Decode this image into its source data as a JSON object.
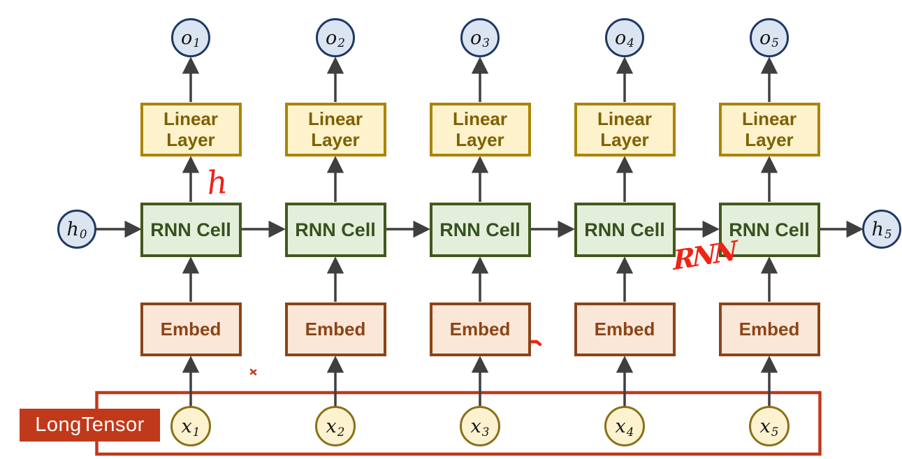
{
  "diagram": {
    "title_semantic": "RNN sequence model diagram",
    "outputs": [
      {
        "base": "o",
        "sub": "1"
      },
      {
        "base": "o",
        "sub": "2"
      },
      {
        "base": "o",
        "sub": "3"
      },
      {
        "base": "o",
        "sub": "4"
      },
      {
        "base": "o",
        "sub": "5"
      }
    ],
    "inputs": [
      {
        "base": "x",
        "sub": "1"
      },
      {
        "base": "x",
        "sub": "2"
      },
      {
        "base": "x",
        "sub": "3"
      },
      {
        "base": "x",
        "sub": "4"
      },
      {
        "base": "x",
        "sub": "5"
      }
    ],
    "hidden_start": {
      "base": "h",
      "sub": "0"
    },
    "hidden_end": {
      "base": "h",
      "sub": "5"
    },
    "linear_box": {
      "line1": "Linear",
      "line2": "Layer"
    },
    "rnn_box_label": "RNN Cell",
    "embed_box_label": "Embed",
    "long_tensor_label": "LongTensor",
    "annotations": {
      "handwritten_h": "h",
      "handwritten_rnn": "RNN"
    },
    "colors": {
      "circle_blue_fill": "#dbe5f1",
      "circle_blue_border": "#1f3864",
      "linear_fill": "#fdf2cc",
      "linear_border": "#ab8405",
      "rnn_fill": "#e4efdb",
      "rnn_border": "#42591d",
      "embed_fill": "#fbe7d7",
      "embed_border": "#8c4417",
      "input_fill": "#fdf2cf",
      "input_border": "#8a7019",
      "long_tensor_red": "#c0391b",
      "annotation_red": "#ee2417",
      "arrow_gray": "#3f3f3f"
    }
  }
}
